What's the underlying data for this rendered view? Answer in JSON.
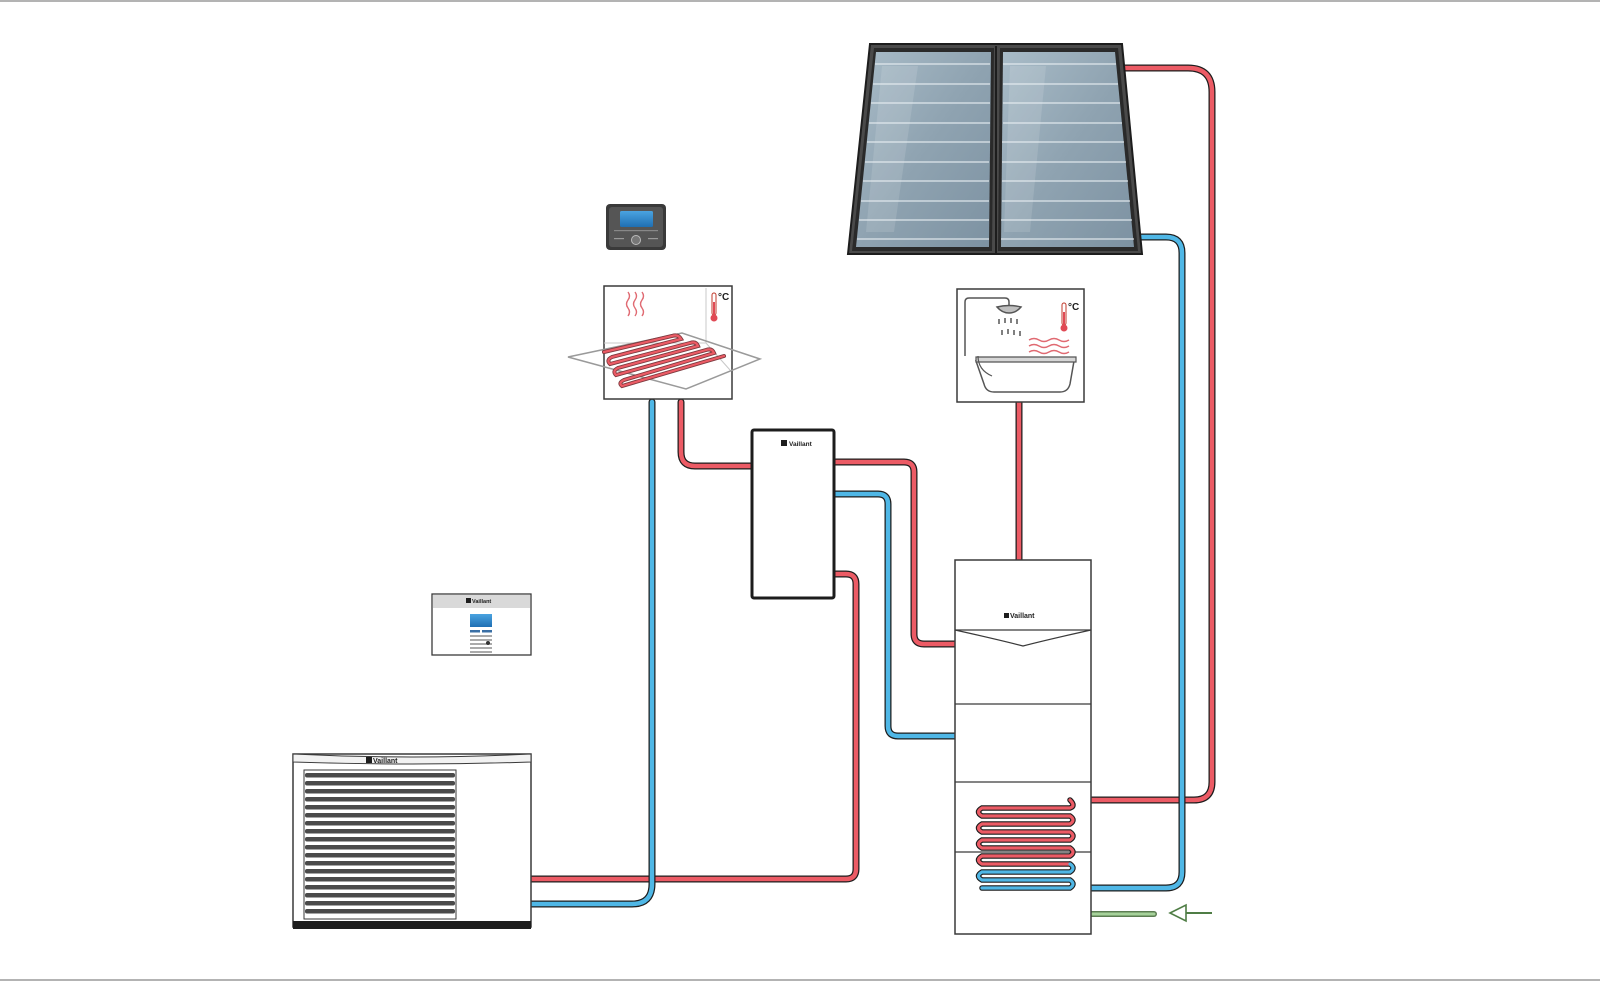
{
  "brand": {
    "name": "Vaillant",
    "text_color": "#1a1a1a"
  },
  "labels": {
    "celsius_floor": "°C",
    "celsius_water": "°C"
  },
  "colors": {
    "flow_pipe": "#ec5b65",
    "return_pipe": "#4fb7e6",
    "cold_water_inlet": "#7aa870",
    "device_outline": "#1d1d1d",
    "solar_glass": "#93a6b3",
    "frame": "#9a9a9a"
  },
  "icons": {
    "system_controller": "room-controller-icon",
    "sensor_module": "control-module-icon",
    "floor_heating": "underfloor-heating-icon",
    "hot_water": "shower-bathtub-icon",
    "heat_pump": "heat-pump-unit-icon",
    "buffer": "hydraulic-module-icon",
    "storage": "hot-water-cylinder-icon",
    "solar": "solar-collector-icon"
  }
}
